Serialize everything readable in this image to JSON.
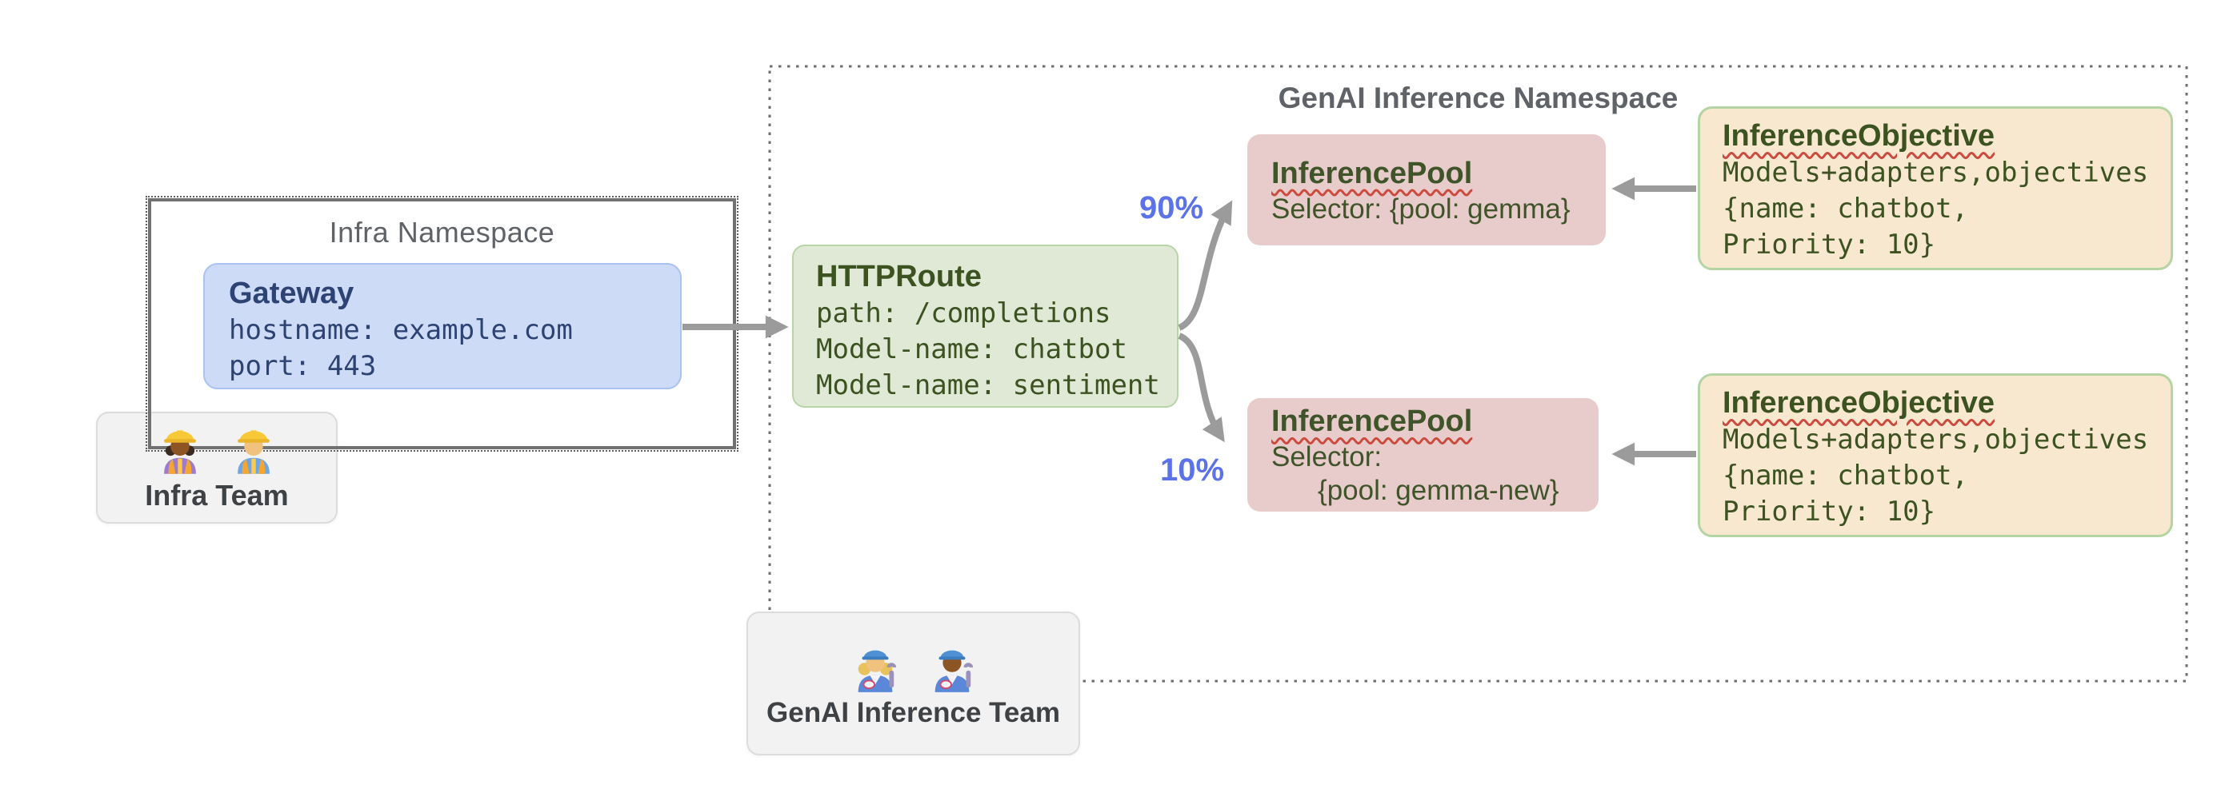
{
  "diagram": {
    "infra_namespace": {
      "title": "Infra Namespace",
      "gateway": {
        "title": "Gateway",
        "lines": [
          "hostname: example.com",
          "port: 443"
        ]
      }
    },
    "infra_team": {
      "label": "Infra Team",
      "icons": [
        "construction-worker-woman-icon",
        "construction-worker-man-icon"
      ]
    },
    "genai_namespace": {
      "title": "GenAI Inference Namespace"
    },
    "httproute": {
      "title": "HTTPRoute",
      "lines": [
        "path: /completions",
        "Model-name: chatbot",
        "Model-name: sentiment"
      ]
    },
    "traffic_split": {
      "to_top_pool": "90%",
      "to_bottom_pool": "10%"
    },
    "inference_pool_top": {
      "title": "InferencePool",
      "lines": [
        "Selector: {pool: gemma}"
      ]
    },
    "inference_pool_bottom": {
      "title": "InferencePool",
      "lines": [
        "Selector:",
        "{pool: gemma-new}"
      ]
    },
    "inference_objective_top": {
      "title": "InferenceObjective",
      "lines": [
        "Models+adapters,objectives",
        "{name: chatbot,",
        "Priority: 10}"
      ]
    },
    "inference_objective_bottom": {
      "title": "InferenceObjective",
      "lines": [
        "Models+adapters,objectives",
        "{name: chatbot,",
        "Priority: 10}"
      ]
    },
    "genai_team": {
      "label": "GenAI Inference Team",
      "icons": [
        "mechanic-woman-icon",
        "mechanic-man-icon"
      ]
    }
  },
  "colors": {
    "namespace_border": "#717171",
    "namespace_title": "#5f6368",
    "dotted_border": "#6e6e6e",
    "gateway_fill": "#cedbf7",
    "gateway_border": "#a7c2f3",
    "gateway_text": "#2d4374",
    "httproute_fill": "#dfe9d6",
    "httproute_border": "#b7d5a6",
    "green_text": "#3c5221",
    "pool_fill": "#e8cccb",
    "objective_fill": "#f8e8d0",
    "objective_border": "#b4d4a3",
    "squiggle_red": "#cb4b3e",
    "team_fill": "#f2f2f3",
    "percent_blue": "#5b72e8",
    "arrow_gray": "#9b9b9b"
  }
}
